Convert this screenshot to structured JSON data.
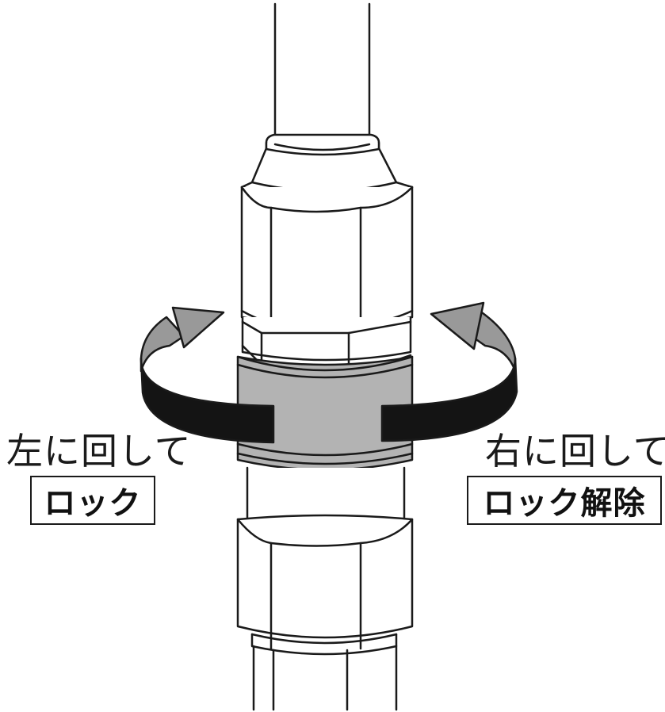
{
  "left_instruction": {
    "caption": "左に回して",
    "action_label": "ロック"
  },
  "right_instruction": {
    "caption": "右に回して",
    "action_label": "ロック解除"
  },
  "colors": {
    "outline": "#1a1a1a",
    "arrow_gray": "#999999",
    "ring_gray": "#b3b3b3",
    "arrow_black": "#141414",
    "background": "#ffffff"
  },
  "icons": [
    "rotate-left-arrow-icon",
    "rotate-right-arrow-icon"
  ]
}
